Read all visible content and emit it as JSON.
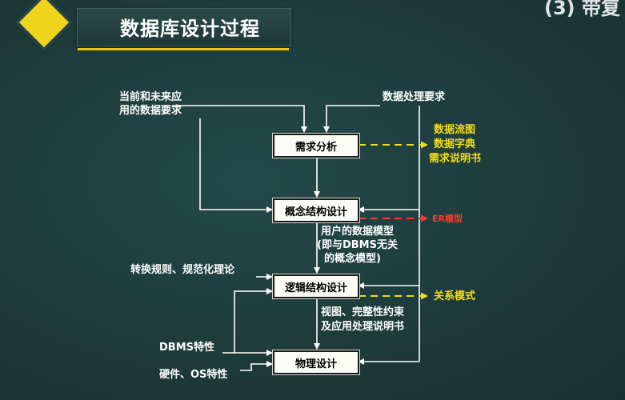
{
  "header": {
    "title": "数据库设计过程",
    "corner_text": "(3) 带复"
  },
  "boxes": {
    "requirements": "需求分析",
    "conceptual": "概念结构设计",
    "logical": "逻辑结构设计",
    "physical": "物理设计"
  },
  "inputs": {
    "data_requirements": [
      "当前和未来应",
      "用的数据要求"
    ],
    "processing_requirements": "数据处理要求",
    "conversion_rules": "转换规则、规范化理论",
    "dbms_features": "DBMS特性",
    "hardware_os": "硬件、OS特性"
  },
  "outputs": {
    "requirements_docs": [
      "数据流图",
      "数据字典",
      "需求说明书"
    ],
    "er_model": "ER模型",
    "relational_model": "关系模式"
  },
  "intermediate": {
    "user_model": [
      "用户的数据模型",
      "(即与DBMS无关",
      "的概念模型)"
    ],
    "views": [
      "视图、完整性约束",
      "及应用处理说明书"
    ]
  },
  "colors": {
    "background": "#1f3d3c",
    "accent_yellow": "#f3dd1a",
    "accent_red": "#ff3b2a",
    "line": "#ffffff"
  }
}
